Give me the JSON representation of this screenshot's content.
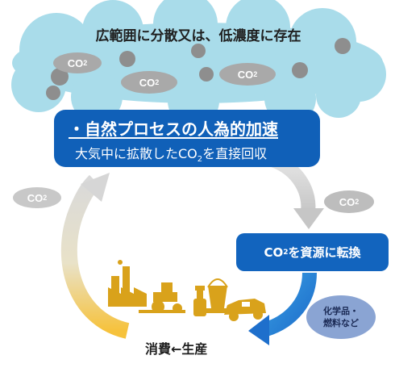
{
  "cloud": {
    "title": "広範囲に分散又は、低濃度に存在",
    "co2_labels": [
      "CO",
      "CO",
      "CO"
    ],
    "subscript": "2"
  },
  "main_box": {
    "title": "・自然プロセスの人為的加速",
    "subtitle_pre": "大気中に拡散したCO",
    "subtitle_sub": "2",
    "subtitle_post": "を直接回収"
  },
  "side_co2": {
    "left": "CO",
    "right": "CO",
    "subscript": "2"
  },
  "convert_box": {
    "label_pre": "CO",
    "label_sub": "2",
    "label_post": "を資源に転換"
  },
  "products_bubble": {
    "line1": "化学品・",
    "line2": "燃料など"
  },
  "consumption_label": "消費←生産",
  "colors": {
    "cloud": "#a9dcea",
    "box_blue": "#1060b8",
    "bubble_blue": "#8aa4d3",
    "gray_pill": "#a9a9a9",
    "gold": "#d9a21b",
    "arrow_blue": "#2f8ed8",
    "arrow_gray": "#c8c8c8"
  },
  "icons": [
    "factory-icon",
    "tractor-icon",
    "bottle-icon",
    "bucket-icon",
    "car-icon"
  ]
}
